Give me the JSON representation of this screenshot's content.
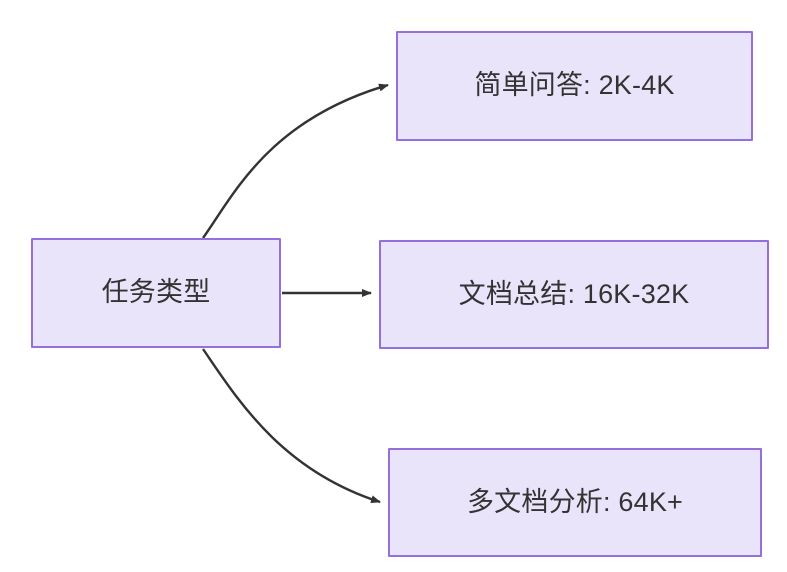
{
  "diagram": {
    "title": "任务类型",
    "type": "flowchart",
    "direction": "left-to-right",
    "background_color": "#ffffff",
    "node_fill_color": "#e9e4fa",
    "node_border_color": "#9370db",
    "node_text_color": "#333333",
    "edge_color": "#333333",
    "nodes": [
      {
        "id": "source",
        "label": "任务类型",
        "role": "root"
      },
      {
        "id": "simple",
        "label": "简单问答: 2K-4K",
        "role": "leaf"
      },
      {
        "id": "doc",
        "label": "文档总结: 16K-32K",
        "role": "leaf"
      },
      {
        "id": "multidoc",
        "label": "多文档分析: 64K+",
        "role": "leaf"
      }
    ],
    "edges": [
      {
        "from": "source",
        "to": "simple",
        "style": "curved",
        "arrow": "arrowhead-icon"
      },
      {
        "from": "source",
        "to": "doc",
        "style": "straight",
        "arrow": "arrowhead-icon"
      },
      {
        "from": "source",
        "to": "multidoc",
        "style": "curved",
        "arrow": "arrowhead-icon"
      }
    ]
  }
}
